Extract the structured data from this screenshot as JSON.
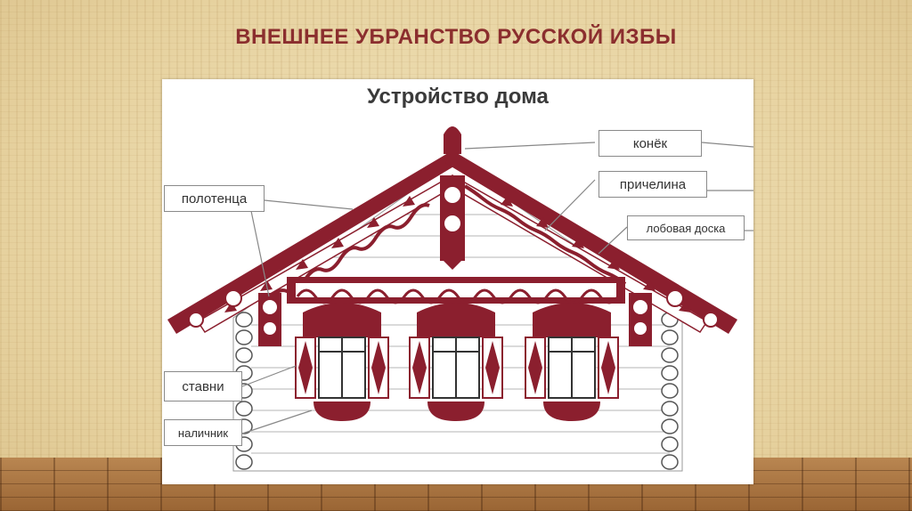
{
  "slide": {
    "title": "ВНЕШНЕЕ УБРАНСТВО РУССКОЙ ИЗБЫ"
  },
  "diagram": {
    "title": "Устройство дома",
    "labels": {
      "konek": "конёк",
      "prichelina": "причелина",
      "lobovaya": "лобовая доска",
      "polotentsa": "полотенца",
      "stavni": "ставни",
      "nalichnik": "наличник"
    }
  },
  "colors": {
    "ornament": "#8b1f2e",
    "wall": "#ffffff",
    "log_lines": "#b0b0b0",
    "title": "#8b2e2e"
  }
}
